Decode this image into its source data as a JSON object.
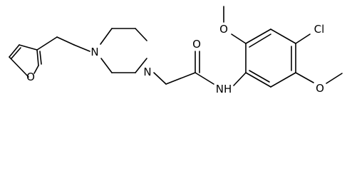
{
  "structure": {
    "atoms": {
      "furan_oxygen": "O",
      "piperazine_n4": "N",
      "piperazine_n1": "N",
      "carbonyl_oxygen": "O",
      "amide_nitrogen": "NH",
      "methoxy_oxygen_top": "O",
      "methoxy_oxygen_right": "O",
      "chlorine": "Cl"
    }
  }
}
